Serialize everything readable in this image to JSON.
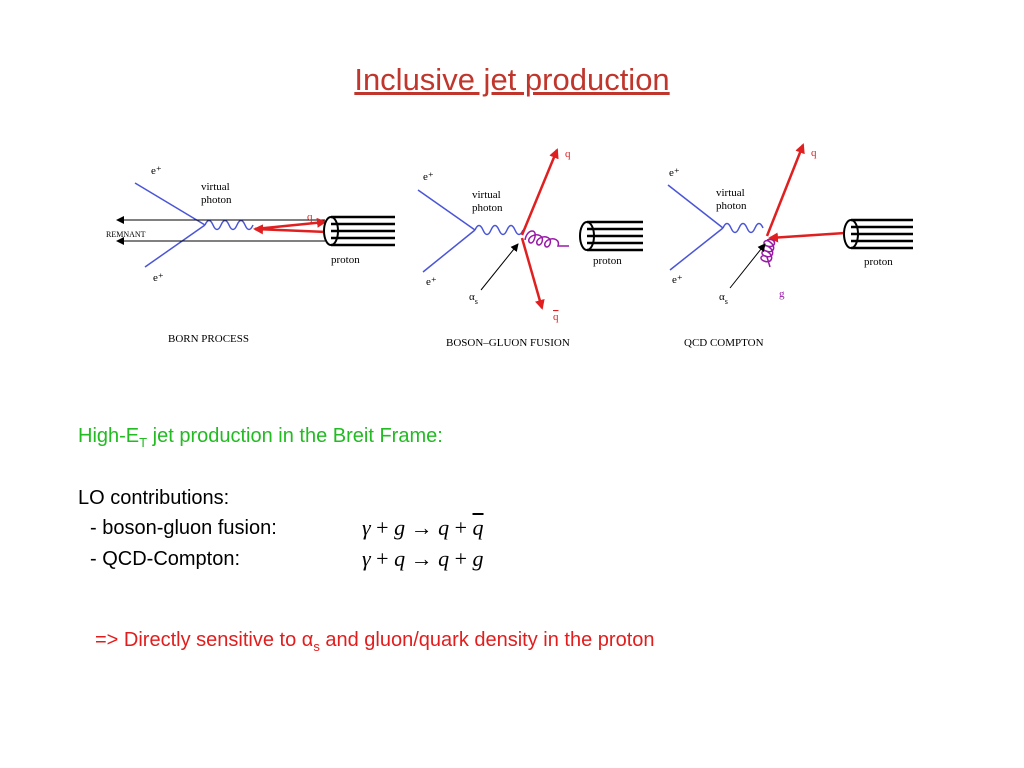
{
  "title": "Inclusive jet production",
  "diagrams": {
    "born": {
      "caption": "BORN PROCESS",
      "e_plus_in": "e⁺",
      "e_plus_out": "e⁺",
      "virtual": "virtual",
      "photon": "photon",
      "remnant": "REMNANT",
      "q": "q",
      "proton": "proton"
    },
    "bgf": {
      "caption": "BOSON–GLUON FUSION",
      "e_plus_in": "e⁺",
      "e_plus_out": "e⁺",
      "virtual": "virtual",
      "photon": "photon",
      "q": "q",
      "qbar": "q",
      "alpha": "α",
      "alpha_sub": "s",
      "proton": "proton"
    },
    "qcdc": {
      "caption": "QCD COMPTON",
      "e_plus_in": "e⁺",
      "e_plus_out": "e⁺",
      "virtual": "virtual",
      "photon": "photon",
      "q": "q",
      "g": "g",
      "alpha": "α",
      "alpha_sub": "s",
      "proton": "proton"
    }
  },
  "text": {
    "breit_pre": "High-E",
    "breit_sub": "T",
    "breit_post": " jet production in the Breit Frame:",
    "lo": "LO contributions:",
    "bgf_label": "- boson-gluon fusion:",
    "qcdc_label": "- QCD-Compton:",
    "bgf_formula": {
      "a": "γ",
      "p1": " + ",
      "b": "g",
      "arrow": " → ",
      "c": "q",
      "p2": " + ",
      "d": "q"
    },
    "qcdc_formula": {
      "a": "γ",
      "p1": " + ",
      "b": "q",
      "arrow": " → ",
      "c": "q",
      "p2": " + ",
      "d": "g"
    },
    "conclusion_pre": "=> Directly sensitive to α",
    "conclusion_sub": "s",
    "conclusion_post": " and gluon/quark  density in the proton"
  },
  "colors": {
    "title": "#c0362c",
    "green": "#22bb22",
    "red": "#e21d1d",
    "lepton": "#4a55d8",
    "quark": "#e02020",
    "gluon": "#9a1aa8"
  }
}
